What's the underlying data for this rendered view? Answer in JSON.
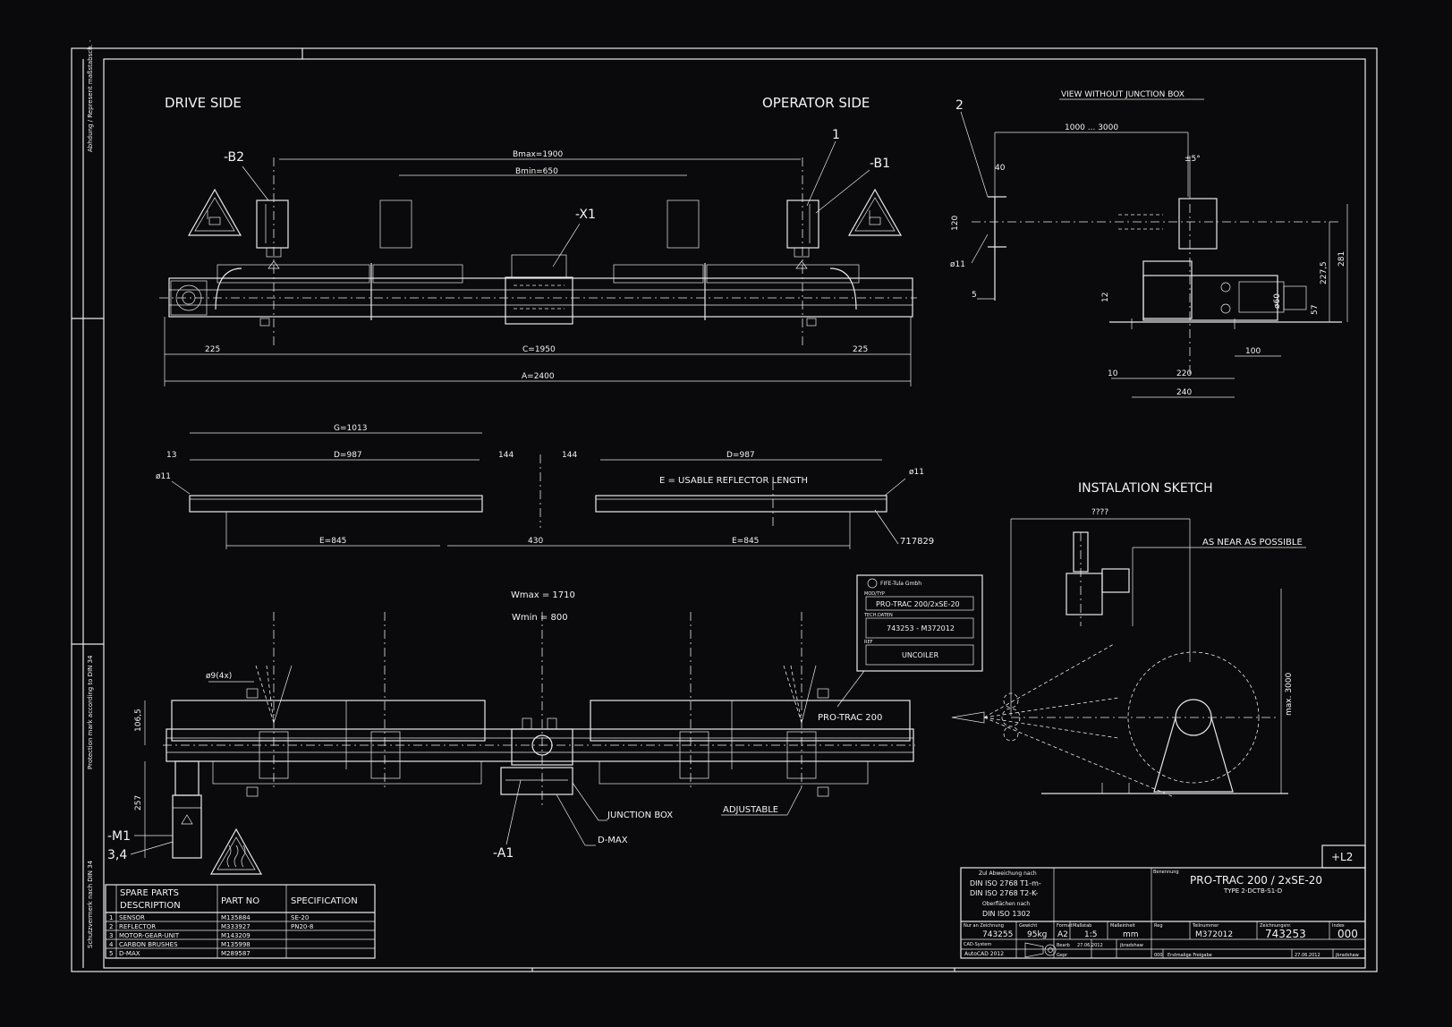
{
  "views": {
    "drive_side": "DRIVE SIDE",
    "operator_side": "OPERATOR SIDE",
    "view_without_jb": "VIEW WITHOUT JUNCTION BOX",
    "installation_sketch": "INSTALATION SKETCH"
  },
  "labels": {
    "b2": "-B2",
    "b1": "-B1",
    "x1": "-X1",
    "one": "1",
    "two": "2",
    "m1": "-M1",
    "m1_sub": "3,4",
    "a1": "-A1",
    "junction_box": "JUNCTION BOX",
    "d_max": "D-MAX",
    "adjustable": "ADJUSTABLE",
    "pro_trac": "PRO-TRAC 200",
    "usable": "E = USABLE REFLECTOR LENGTH",
    "as_near": "AS NEAR AS POSSIBLE",
    "question": "????",
    "max3000": "max. 3000",
    "l2": "+L2",
    "ref717829": "717829"
  },
  "dims": {
    "bmax": "Bmax=1900",
    "bmin": "Bmin=650",
    "c1950": "C=1950",
    "a2400": "A=2400",
    "d225a": "225",
    "d225b": "225",
    "g1013": "G=1013",
    "d13": "13",
    "d987a": "D=987",
    "d144a": "144",
    "d144b": "144",
    "d987b": "D=987",
    "phi11a": "ø11",
    "phi11b": "ø11",
    "e845a": "E=845",
    "d430": "430",
    "e845b": "E=845",
    "wmax": "Wmax = 1710",
    "wmin": "Wmin = 800",
    "phi9": "ø9(4x)",
    "d1065": "106,5",
    "d257": "257",
    "r1000_3000": "1000 ... 3000",
    "r40": "40",
    "r120": "120",
    "rphi11": "ø11",
    "r5": "5",
    "r12": "12",
    "rpm5": "±5°",
    "rphi60": "ø60",
    "r57": "57",
    "r2275": "227,5",
    "r281": "281",
    "r10": "10",
    "r220": "220",
    "r100": "100",
    "r240": "240"
  },
  "nameplate": {
    "maker": "FIFE-Tula Gmbh",
    "mod_label": "MOD/TYP",
    "mod_value": "PRO-TRAC 200/2xSE-20",
    "tech_label": "TECH.DATEN",
    "tech_value": "743253 - M372012",
    "ref_label": "REF",
    "ref_value": "UNCOILER"
  },
  "side_notes": {
    "top": "Abhdung / Represent maßstabsch. -",
    "mid": "Protection mark according to DIN 34",
    "bottom": "Schutzvermerk nach DIN 34"
  },
  "parts_table": {
    "headers": [
      "SPARE PARTS",
      "DESCRIPTION",
      "PART NO",
      "SPECIFICATION"
    ],
    "rows": [
      [
        "1",
        "SENSOR",
        "M135884",
        "SE-20"
      ],
      [
        "2",
        "REFLECTOR",
        "M333927",
        "PN20-8"
      ],
      [
        "3",
        "MOTOR-GEAR-UNIT",
        "M143209",
        ""
      ],
      [
        "4",
        "CARBON BRUSHES",
        "M135998",
        ""
      ],
      [
        "5",
        "D-MAX",
        "M289587",
        ""
      ]
    ]
  },
  "title_block": {
    "std_head": "Zul Abweichung nach",
    "std1": "DIN ISO 2768 T1-m-",
    "std2": "DIN ISO 2768 T2-K-",
    "std3": "Oberflächen nach",
    "std4": "DIN ISO 1302",
    "benennung": "Benennung",
    "title": "PRO-TRAC 200 / 2xSE-20",
    "type": "TYPE 2-DCTB-S1-D",
    "zeich_label": "Nur an Zeichnung",
    "zeich_value": "743255",
    "gewicht_label": "Gewicht",
    "gewicht_value": "95kg",
    "format_label": "Format",
    "format_value": "A2",
    "massstab_label": "Maßstab",
    "massstab_value": "1:5",
    "einheit_label": "Maßeinheit",
    "einheit_value": "mm",
    "reg_label": "Reg",
    "teil_label": "Teilnummer",
    "teil_value": "M372012",
    "zeichnr_label": "Zeichnungsnr.",
    "zeichnr_value": "743253",
    "index_label": "Index",
    "index_value": "000",
    "cad_label": "CAD-System",
    "cad_value": "AutoCAD 2012",
    "bearb_label": "Bearb",
    "bearb_date": "27.06.2012",
    "bearb_name": "jbradshaw",
    "gepr_label": "Gepr",
    "rev_index": "000",
    "rev_text": "Erstmalige Freigabe",
    "rev_date": "27.06.2012",
    "rev_name": "jbradshaw"
  }
}
